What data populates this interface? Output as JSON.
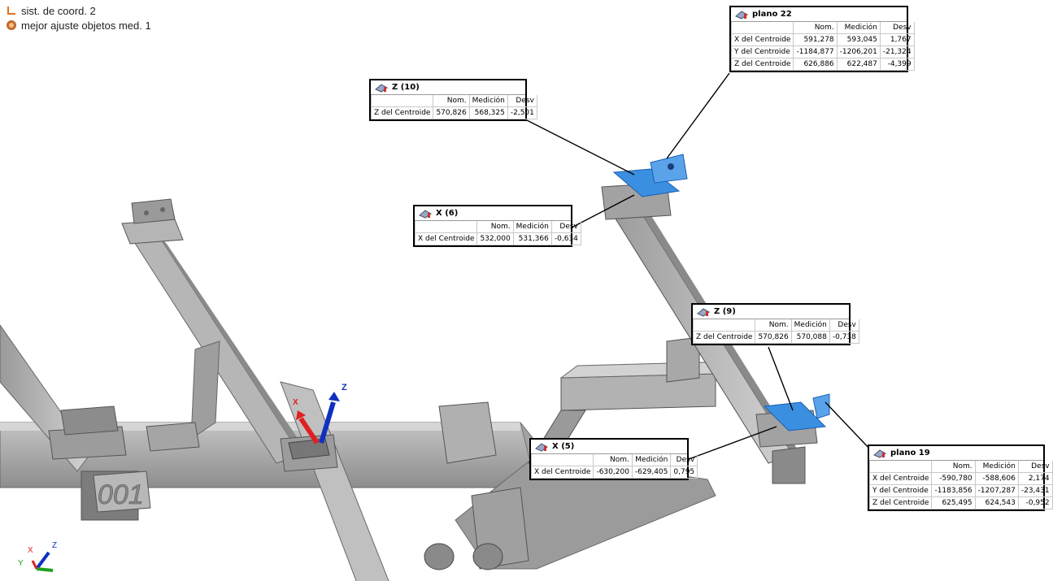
{
  "tree": {
    "items": [
      {
        "label": "sist. de coord. 2",
        "icon": "coordinate-system-icon"
      },
      {
        "label": "mejor ajuste objetos med. 1",
        "icon": "best-fit-icon"
      }
    ]
  },
  "columns": {
    "nom": "Nom.",
    "medicion": "Medición",
    "desv": "Desv"
  },
  "callouts": {
    "plano22": {
      "title": "plano 22",
      "rows": [
        {
          "label": "X del Centroide",
          "nom": "591,278",
          "medicion": "593,045",
          "desv": "1,767"
        },
        {
          "label": "Y del Centroide",
          "nom": "-1184,877",
          "medicion": "-1206,201",
          "desv": "-21,324"
        },
        {
          "label": "Z del Centroide",
          "nom": "626,886",
          "medicion": "622,487",
          "desv": "-4,399"
        }
      ]
    },
    "z10": {
      "title": "Z (10)",
      "rows": [
        {
          "label": "Z del Centroide",
          "nom": "570,826",
          "medicion": "568,325",
          "desv": "-2,501"
        }
      ]
    },
    "x6": {
      "title": "X (6)",
      "rows": [
        {
          "label": "X del Centroide",
          "nom": "532,000",
          "medicion": "531,366",
          "desv": "-0,634"
        }
      ]
    },
    "z9": {
      "title": "Z (9)",
      "rows": [
        {
          "label": "Z del Centroide",
          "nom": "570,826",
          "medicion": "570,088",
          "desv": "-0,738"
        }
      ]
    },
    "x5": {
      "title": "X (5)",
      "rows": [
        {
          "label": "X del Centroide",
          "nom": "-630,200",
          "medicion": "-629,405",
          "desv": "0,795"
        }
      ]
    },
    "plano19": {
      "title": "plano 19",
      "rows": [
        {
          "label": "X del Centroide",
          "nom": "-590,780",
          "medicion": "-588,606",
          "desv": "2,174"
        },
        {
          "label": "Y del Centroide",
          "nom": "-1183,856",
          "medicion": "-1207,287",
          "desv": "-23,431"
        },
        {
          "label": "Z del Centroide",
          "nom": "625,495",
          "medicion": "624,543",
          "desv": "-0,952"
        }
      ]
    }
  },
  "part": {
    "engraving": "001"
  },
  "axes_labels": {
    "x": "X",
    "y": "Y",
    "z": "Z"
  },
  "colors": {
    "measured_surface": "#3a8fe0",
    "part_gray": "#a8a8a8",
    "axis_x": "#e02020",
    "axis_z": "#1030c0",
    "axis_y": "#20a020"
  }
}
